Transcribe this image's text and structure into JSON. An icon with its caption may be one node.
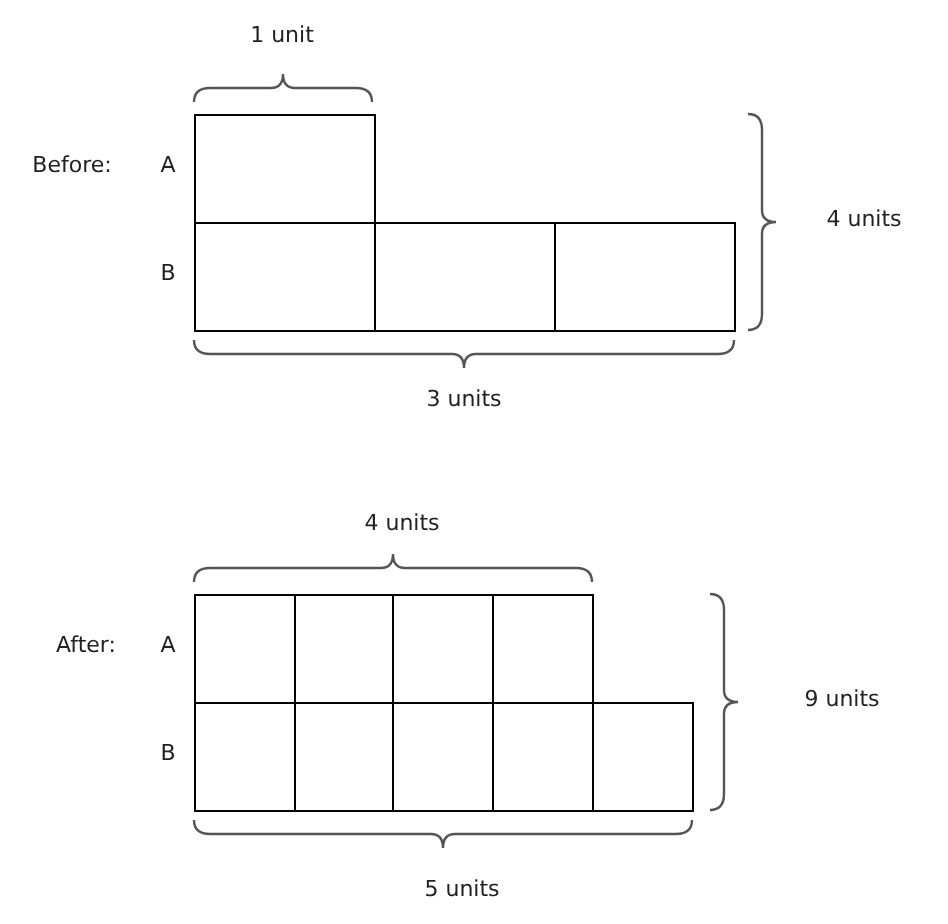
{
  "diagram": {
    "nodes": [
      {
        "text": [],
        "shape": "box"
      },
      {
        "text": [],
        "shape": "box"
      },
      {
        "text": [],
        "shape": "box"
      },
      {
        "text": [],
        "shape": "box"
      },
      {
        "text": [],
        "shape": "box"
      },
      {
        "text": [],
        "shape": "box"
      },
      {
        "text": [],
        "shape": "box"
      },
      {
        "text": [],
        "shape": "box"
      },
      {
        "text": [],
        "shape": "box"
      },
      {
        "text": [],
        "shape": "box"
      },
      {
        "text": [],
        "shape": "box"
      },
      {
        "text": [],
        "shape": "box"
      },
      {
        "text": [],
        "shape": "box"
      }
    ],
    "labels": [
      "1 unit",
      "Before:",
      "A",
      "4 units",
      "B",
      "3 units",
      "4 units",
      "After:",
      "A",
      "9 units",
      "B",
      "5 units"
    ]
  }
}
